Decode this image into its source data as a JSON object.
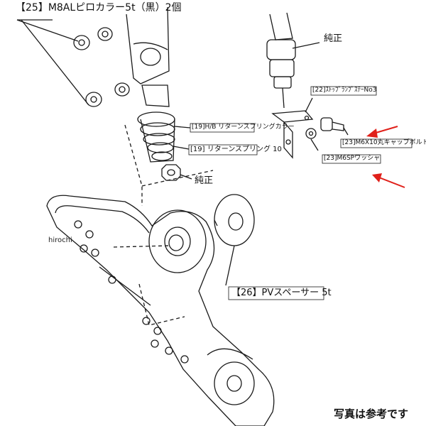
{
  "labels": {
    "pillow_collar": "【25】M8ALピロカラー5t（黒）2個",
    "genuine_top": "純正",
    "stop_lamp_stay": "[22]ｽﾄｯﾌﾟﾗﾝﾌﾟｽﾃｰNo3",
    "return_spring_collar": "[19]H/B リターンスプリングカラー",
    "return_spring": "[19] リターンスプリング 10",
    "cap_bolt": "[23]M6X10丸キャップボルト",
    "washer": "[23]M6SPワッシャ",
    "genuine_nut": "純正",
    "pv_spacer": "【26】PVスペーサー 5t",
    "watermark": "hirochi",
    "note": "写真は参考です"
  },
  "colors": {
    "line": "#1a1a1a",
    "arrow": "#e0201a",
    "background": "#ffffff"
  }
}
